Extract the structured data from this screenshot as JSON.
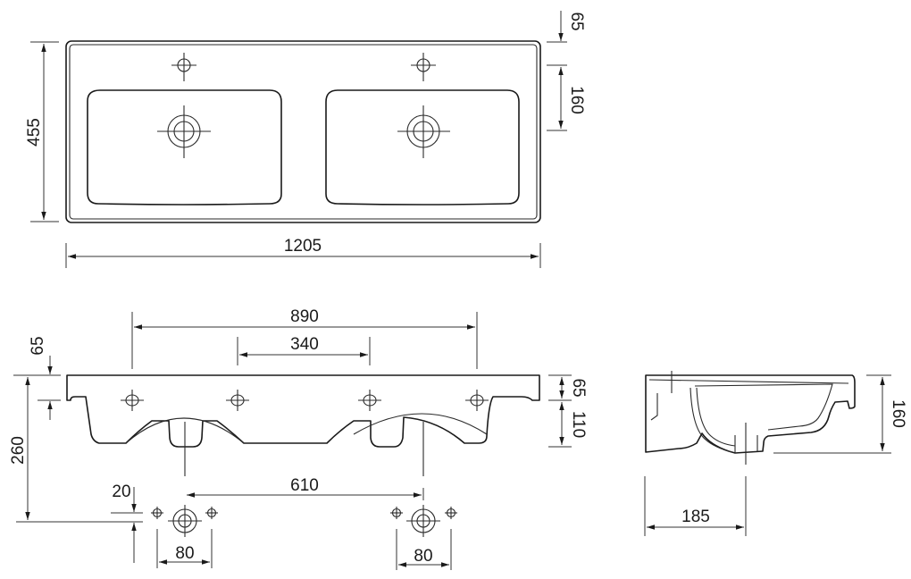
{
  "drawing": {
    "title": "Double washbasin technical drawing",
    "colors": {
      "line": "#1a1a1a",
      "background": "#ffffff"
    },
    "units": "mm",
    "top_view": {
      "dimensions": {
        "width": "1205",
        "depth": "455",
        "tap_hole_from_back": "65",
        "drain_from_tap": "160"
      }
    },
    "front_view": {
      "dimensions": {
        "outer_mounting_holes": "890",
        "inner_mounting_holes": "340",
        "rim_height_left": "65",
        "overall_height": "260",
        "rim_height_right": "65",
        "bowl_depth_right": "110",
        "drain_spacing": "610",
        "drain_offset": "20",
        "drain_fixing_left": "80",
        "drain_fixing_right": "80"
      }
    },
    "side_view": {
      "dimensions": {
        "height": "160",
        "drain_from_back": "185"
      }
    }
  }
}
